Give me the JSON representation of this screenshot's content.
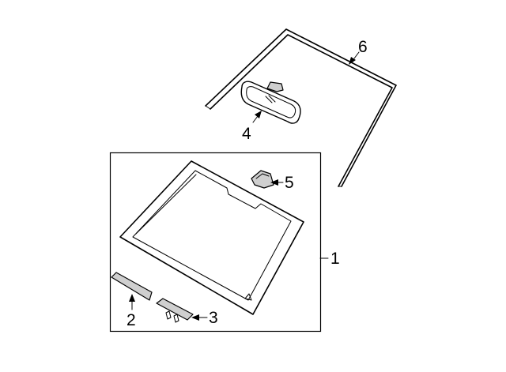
{
  "callouts": {
    "windshield": "1",
    "sun_visor_pad": "2",
    "sensor_bracket": "3",
    "rearview_mirror": "4",
    "mirror_bracket": "5",
    "windshield_molding": "6"
  }
}
